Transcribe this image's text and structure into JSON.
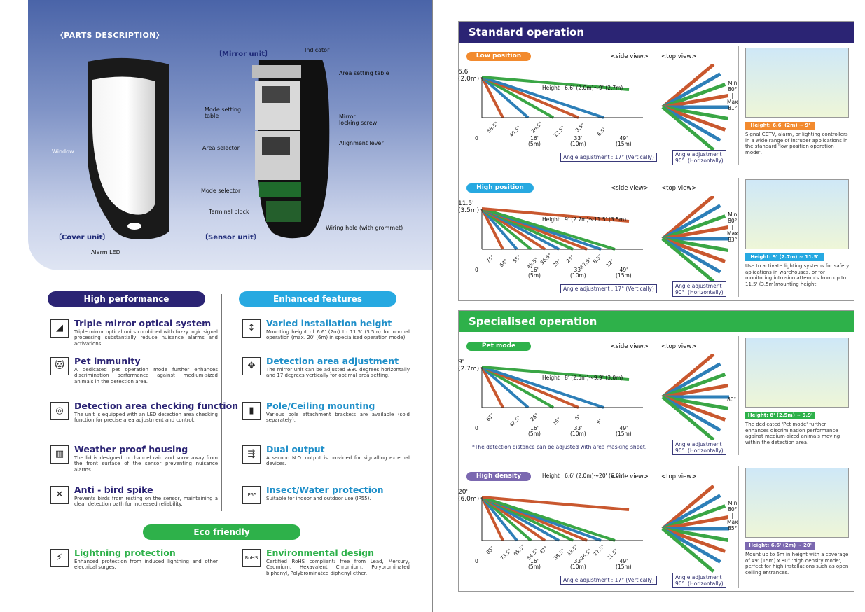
{
  "parts": {
    "title": "〈PARTS DESCRIPTION〉",
    "window": "Window",
    "cover_unit": "〔Cover unit〕",
    "alarm_led": "Alarm LED",
    "mirror_unit": "〔Mirror unit〕",
    "indicator": "Indicator",
    "area_setting_table": "Area setting table",
    "mode_setting_table": "Mode setting\ntable",
    "mirror_locking_screw": "Mirror\nlocking screw",
    "area_selector": "Area selector",
    "alignment_lever": "Alignment lever",
    "mode_selector": "Mode selector",
    "terminal_block": "Terminal block",
    "wiring_hole": "Wiring hole (with grommet)",
    "sensor_unit": "〔Sensor unit〕"
  },
  "high_performance": {
    "title": "High performance",
    "items": [
      {
        "title": "Triple mirror optical system",
        "desc": "Triple mirror optical units combined with fuzzy logic signal processing substantially reduce nuisance alarms and activations.",
        "icon": "mirror-icon"
      },
      {
        "title": "Pet immunity",
        "desc": "A dedicated pet operation mode further enhances discrimination performance against medium-sized animals in the detection area.",
        "icon": "cat-icon"
      },
      {
        "title": "Detection area checking function",
        "desc": "The unit is equipped with an LED detection area checking function for precise area adjustment and control.",
        "icon": "led-check-icon"
      },
      {
        "title": "Weather proof housing",
        "desc": "The lid is designed to channel rain and snow away from the front surface of the sensor preventing nuisance alarms.",
        "icon": "housing-icon"
      },
      {
        "title": "Anti - bird spike",
        "desc": "Prevents birds from resting on the sensor, maintaining a clear detection path for increased reliability.",
        "icon": "bird-icon"
      }
    ]
  },
  "enhanced_features": {
    "title": "Enhanced features",
    "items": [
      {
        "title": "Varied installation height",
        "desc": "Mounting height of 6.6' (2m) to 11.5' (3.5m) for normal operation (max. 20' (6m) in specialised operation mode).",
        "icon": "height-icon"
      },
      {
        "title": "Detection area adjustment",
        "desc": "The mirror unit can be adjusted ±80 degrees horizontally and 17 degrees vertically for optimal area setting.",
        "icon": "adjust-icon"
      },
      {
        "title": "Pole/Ceiling mounting",
        "desc": "Various pole attachment brackets are available (sold separately).",
        "icon": "pole-icon"
      },
      {
        "title": "Dual output",
        "desc": "A second N.O. output is provided for signalling external devices.",
        "icon": "output-icon"
      },
      {
        "title": "Insect/Water protection",
        "desc": "Suitable for indoor and outdoor use (IP55).",
        "icon": "ip55-icon"
      }
    ]
  },
  "eco": {
    "title": "Eco friendly",
    "items": [
      {
        "title": "Lightning protection",
        "desc": "Enhanced protection from induced lightning and other electrical surges.",
        "icon": "lightning-icon"
      },
      {
        "title": "Environmental design",
        "desc": "Certified RoHS compliant: free from Lead, Mercury, Cadmium, Hexavalent Chromium, Polybrominated biphenyl, Polybrominated diphenyl ether.",
        "icon": "rohs-icon"
      }
    ]
  },
  "standard": {
    "title": "Standard operation",
    "low": {
      "mode": "Low position mode",
      "side": "<side view>",
      "top": "<top view>",
      "height_left": "6.6'\n(2.0m)",
      "height_range": "Height : 6.6' (2.0m)～9' (2.7m)",
      "angles": [
        "58.5°",
        "40.5°",
        "26.5°",
        "12.5°",
        "3.5°",
        "6.5°"
      ],
      "dist": [
        "0",
        "16'\n(5m)",
        "33'\n(10m)",
        "49'\n(15m)"
      ],
      "angle_v": "Angle adjustment : 17°  (Vertically)",
      "angle_h": "Angle adjustment\n90°  (Horizontally)",
      "minmax": "Min\n80°\n|\nMax\n81°",
      "badge": "Height: 6.6' (2m) ~ 9' (2.7m)",
      "desc": "Signal CCTV, alarm, or lighting controllers in a wide range of intruder applications in the standard 'low position operation mode'."
    },
    "high": {
      "mode": "High position mode",
      "side": "<side view>",
      "top": "<top view>",
      "height_left": "11.5'\n(3.5m)",
      "height_range": "Height : 9' (2.7m)～11.5' (3.5m)",
      "angles": [
        "75°",
        "64°",
        "55°",
        "45.5°",
        "36.5°",
        "29°",
        "23°",
        "17.5°",
        "8.5°",
        "12°"
      ],
      "dist": [
        "0",
        "16'\n(5m)",
        "33'\n(10m)",
        "49'\n(15m)"
      ],
      "angle_v": "Angle adjustment : 17°  (Vertically)",
      "angle_h": "Angle adjustment\n90°  (Horizontally)",
      "minmax": "Min\n80°\n|\nMax\n83°",
      "badge": "Height: 9' (2.7m) ~ 11.5' (3.5m)",
      "desc": "Use to activate lighting systems for safety aplications in warehouses, or for monitoring intrusion attempts from up to 11.5' (3.5m)mounting height."
    }
  },
  "specialised": {
    "title": "Specialised operation",
    "pet": {
      "mode": "Pet mode",
      "side": "<side view>",
      "top": "<top view>",
      "height_left": "9'\n(2.7m)",
      "height_range": "Height : 8' (2.5m)～9.9' (3.0m)",
      "angles": [
        "61°",
        "42.5°",
        "26°",
        "15°",
        "6°",
        "9°"
      ],
      "dist": [
        "0",
        "16'\n(5m)",
        "33'\n(10m)",
        "49'\n(15m)"
      ],
      "note": "*The detection distance can be adjusted with area masking sheet.",
      "angle_h": "Angle adjustment\n90°  (Horizontally)",
      "minmax": "80°",
      "badge": "Height: 8' (2.5m) ~ 9.9' (3m)",
      "desc": "The dedicated 'Pet mode' further enhances discrimination performance against medium-sized animals moving within the detection area."
    },
    "dense": {
      "mode": "High density mode",
      "side": "<side view>",
      "top": "<top view>",
      "height_left": "20'\n(6.0m)",
      "height_range": "Height : 6.6' (2.0m)～20' (6.0m)",
      "angles": [
        "85°",
        "73.5°",
        "65.5°",
        "54.5°",
        "47°",
        "38.5°",
        "33.5°",
        "26.5°",
        "17.5°",
        "21.5°"
      ],
      "dist": [
        "0",
        "16'\n(5m)",
        "33'\n(10m)",
        "49'\n(15m)"
      ],
      "angle_v": "Angle adjustment : 17°  (Vertically)",
      "angle_h": "Angle adjustment\n90°  (Horizontally)",
      "minmax": "Min\n80°\n|\nMax\n85°",
      "badge": "Height: 6.6' (2m) ~ 20' (6m)",
      "desc": "Mount up to 6m in height with a coverage of 49' (15m) x 80° 'high density mode', perfect for high installations such as open ceiling entrances."
    }
  },
  "colors": {
    "navy": "#2b2474",
    "cyan": "#27a9e1",
    "green": "#2eb14a",
    "orange": "#f28a2e",
    "purple": "#7b68b0",
    "beam_red": "#c9582f",
    "beam_blue": "#2d7fb8",
    "beam_green": "#3aa645"
  }
}
